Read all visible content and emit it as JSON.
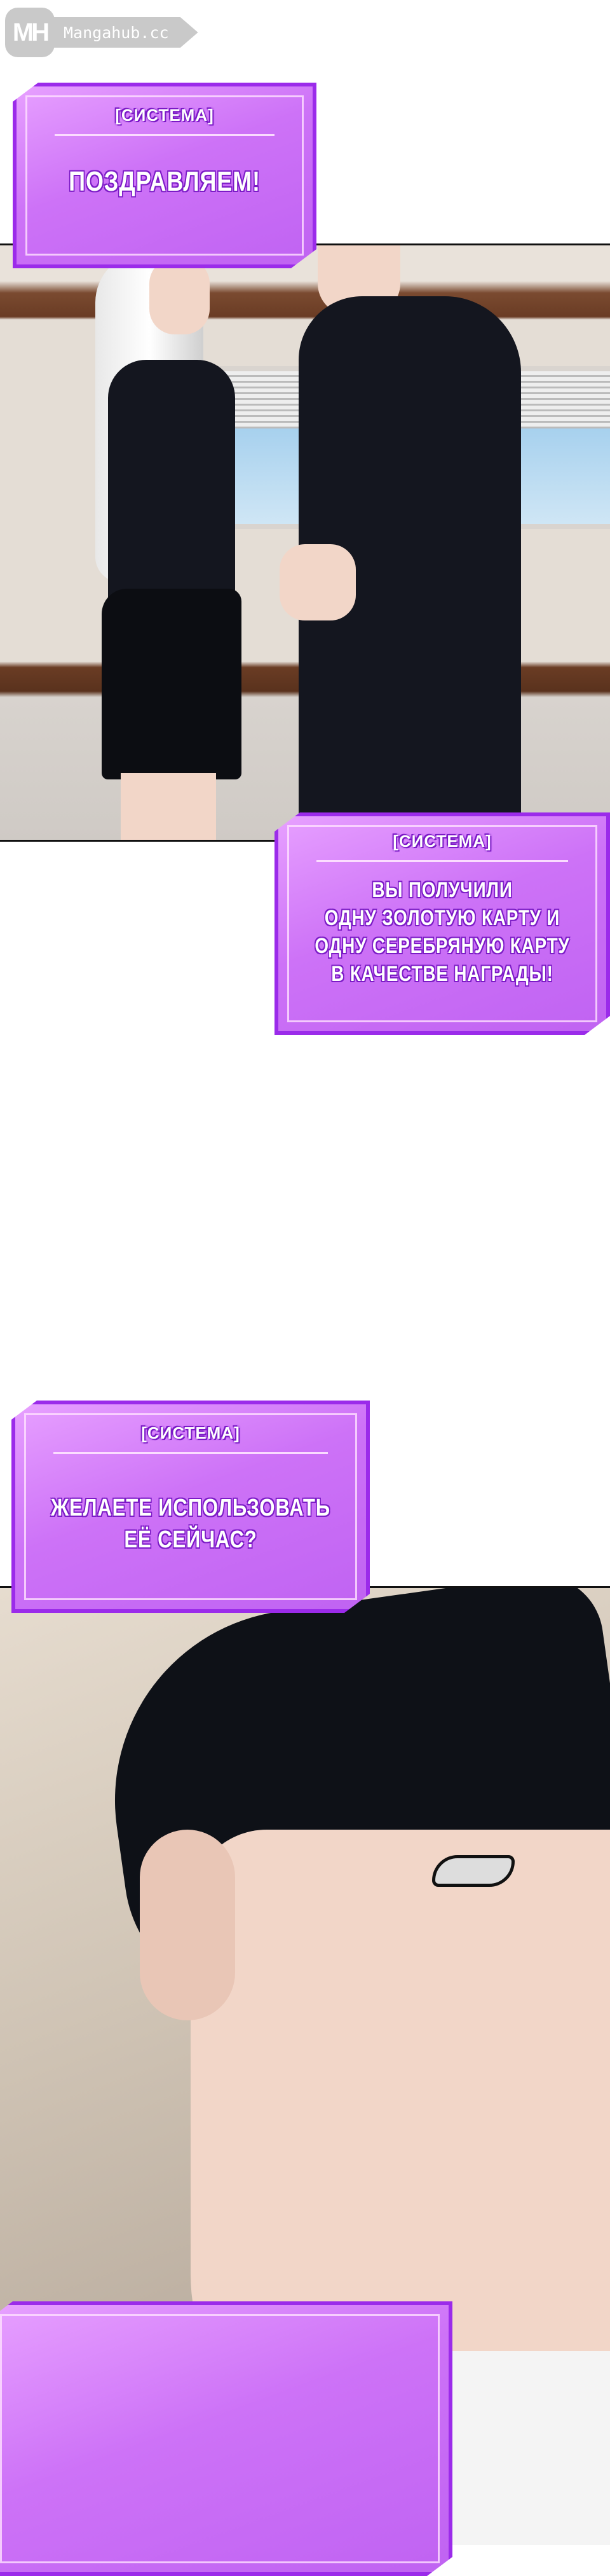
{
  "watermark": {
    "logo": "MH",
    "site": "Mangahub.cc"
  },
  "boxes": [
    {
      "title": "[СИСТЕМА]",
      "lines": [
        "ПОЗДРАВЛЯЕМ!"
      ]
    },
    {
      "title": "[СИСТЕМА]",
      "lines": [
        "ВЫ ПОЛУЧИЛИ",
        "ОДНУ ЗОЛОТУЮ КАРТУ И",
        "ОДНУ СЕРЕБРЯНУЮ КАРТУ",
        "В КАЧЕСТВЕ НАГРАДЫ!"
      ]
    },
    {
      "title": "[СИСТЕМА]",
      "lines": [
        "ЖЕЛАЕТЕ ИСПОЛЬЗОВАТЬ",
        "ЕЁ СЕЙЧАС?"
      ]
    }
  ],
  "colors": {
    "box": "#c86af5",
    "border": "#9b2bea"
  }
}
